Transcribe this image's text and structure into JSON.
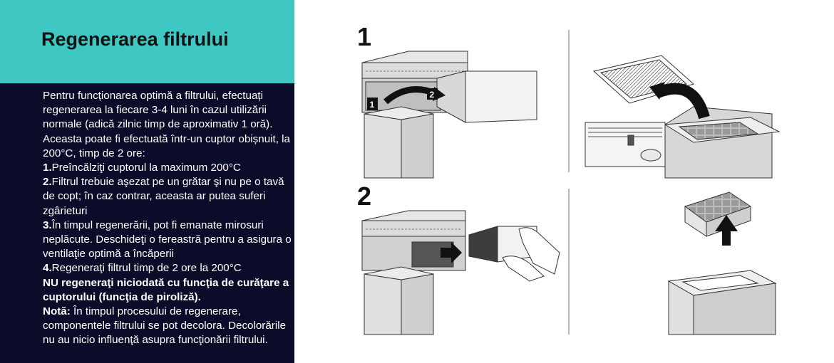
{
  "header": {
    "title": "Regenerarea filtrului"
  },
  "body": {
    "intro": "Pentru funcționarea optimă a filtrului, efectuați regenerarea la fiecare 3-4 luni în cazul utilizării normale (adică zilnic timp de aproximativ 1 oră). Aceasta poate fi efectuată într-un cuptor obișnuit, la 200°C, timp de 2 ore:",
    "steps": [
      {
        "num": "1.",
        "text": "Preîncălziţi cuptorul la maximum 200°C"
      },
      {
        "num": "2.",
        "text": "Filtrul trebuie aşezat pe un grătar şi nu pe o tavă de copt; în caz contrar, aceasta ar putea suferi zgârieturi"
      },
      {
        "num": "3.",
        "text": "În timpul regenerării, pot fi emanate mirosuri neplăcute. Deschideţi o fereastră pentru a asigura o ventilaţie optimă a încăperii"
      },
      {
        "num": "4.",
        "text": "Regeneraţi filtrul timp de 2 ore la 200°C"
      }
    ],
    "warning": "NU regeneraţi niciodată cu funcţia de curăţare a cuptorului (funcţia de piroliză).",
    "note_label": "Notă:",
    "note_text": " În timpul procesului de regenerare, componentele filtrului se pot decolora. Decolorările nu au nicio influenţă asupra funcţionării filtrului."
  },
  "figure": {
    "step1_label": "1",
    "step2_label": "2",
    "callout_1": "1",
    "callout_2": "2"
  }
}
